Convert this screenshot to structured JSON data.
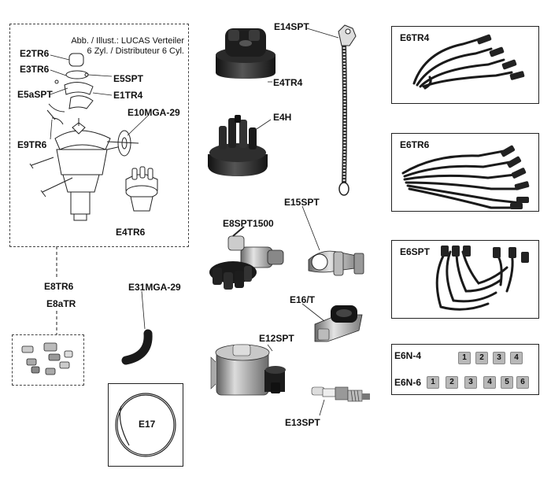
{
  "illustration_caption": {
    "line1": "Abb. / Illust.: LUCAS Verteiler",
    "line2": "6 Zyl. / Distributeur 6 Cyl."
  },
  "parts": {
    "E2TR6": "E2TR6",
    "E3TR6": "E3TR6",
    "E5SPT": "E5SPT",
    "E5aSPT": "E5aSPT",
    "E1TR4": "E1TR4",
    "E10MGA29": "E10MGA-29",
    "E9TR6": "E9TR6",
    "E4TR6": "E4TR6",
    "E4TR4": "E4TR4",
    "E4H": "E4H",
    "E14SPT": "E14SPT",
    "E15SPT": "E15SPT",
    "E8SPT1500": "E8SPT1500",
    "E16T": "E16/T",
    "E12SPT": "E12SPT",
    "E13SPT": "E13SPT",
    "E8TR6": "E8TR6",
    "E8aTR": "E8aTR",
    "E31MGA29": "E31MGA-29",
    "E17": "E17",
    "E6TR4": "E6TR4",
    "E6TR6": "E6TR6",
    "E6SPT": "E6SPT",
    "E6N4": "E6N-4",
    "E6N6": "E6N-6"
  },
  "number_tags_4": [
    "1",
    "2",
    "3",
    "4"
  ],
  "number_tags_6": [
    "1",
    "2",
    "3",
    "4",
    "5",
    "6"
  ]
}
